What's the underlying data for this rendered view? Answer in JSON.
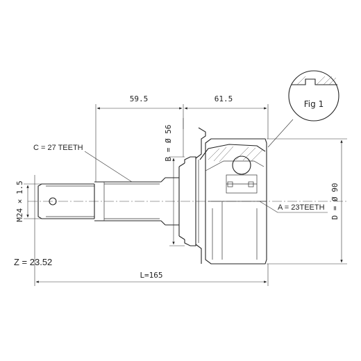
{
  "figure_label": "Fig 1",
  "dimensions": {
    "shaft_length": "59.5",
    "housing_length": "61.5",
    "total_length": "L=165",
    "seal_diameter": "B = Ø 56",
    "outer_diameter": "D = Ø 90",
    "thread": "M24 × 1.5"
  },
  "labels": {
    "outer_teeth": "C = 27 TEETH",
    "inner_teeth": "A = 23TEETH",
    "z_value": "Z = 23.52"
  }
}
